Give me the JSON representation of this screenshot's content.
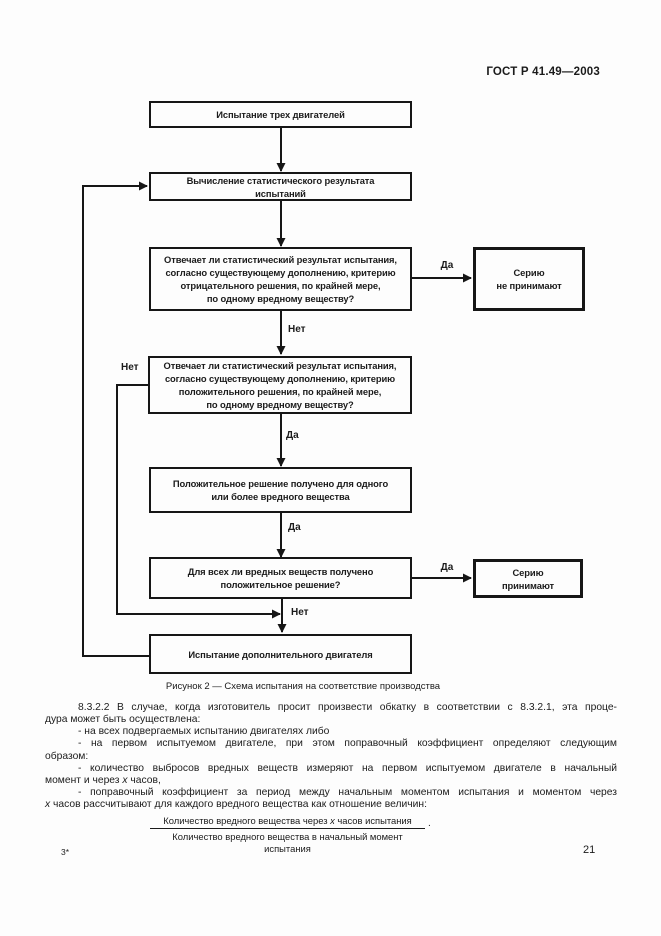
{
  "page": {
    "header_title": "ГОСТ Р 41.49—2003",
    "footer_left": "3*",
    "page_number": "21"
  },
  "flowchart": {
    "box_test_three": "Испытание трех двигателей",
    "box_calc": "Вычисление статистического результата\nиспытаний",
    "box_negative_criterion": "Отвечает ли статистический результат испытания,\nсогласно существующему дополнению, критерию\nотрицательного решения, по крайней мере,\nпо одному вредному веществу?",
    "box_series_reject": "Серию\nне принимают",
    "box_positive_criterion": "Отвечает ли статистический результат испытания,\nсогласно существующему дополнению, критерию\nположительного решения, по крайней мере,\nпо одному вредному веществу?",
    "box_positive_one": "Положительное решение получено для одного\nили более вредного вещества",
    "box_all_substances": "Для всех ли вредных веществ получено\nположительное решение?",
    "box_series_accept": "Серию\nпринимают",
    "box_additional_engine": "Испытание дополнительного двигателя",
    "label_yes": "Да",
    "label_no": "Нет",
    "caption": "Рисунок 2 — Схема испытания на соответствие производства"
  },
  "body": {
    "line1": "8.3.2.2 В случае, когда изготовитель просит произвести обкатку в соответствии с 8.3.2.1, эта проце-",
    "line2": "дура может быть осуществлена:",
    "line3": "- на всех подвергаемых испытанию двигателях либо",
    "line4": "- на первом испытуемом двигателе, при этом поправочный коэффициент определяют следующим",
    "line5": "образом:",
    "line6": "- количество выбросов вредных веществ измеряют на первом испытуемом двигателе в начальный",
    "line7a": "момент и через ",
    "line7x": "x",
    "line7b": " часов,",
    "line8": "- поправочный коэффициент за период между начальным моментом испытания и моментом через",
    "line9a": "x",
    "line9b": " часов рассчитывают для каждого вредного вещества как отношение величин:"
  },
  "fraction": {
    "numerator_a": "Количество вредного вещества через ",
    "numerator_x": "x",
    "numerator_b": " часов испытания",
    "period": ".",
    "denominator": "Количество вредного вещества в начальный момент испытания"
  }
}
